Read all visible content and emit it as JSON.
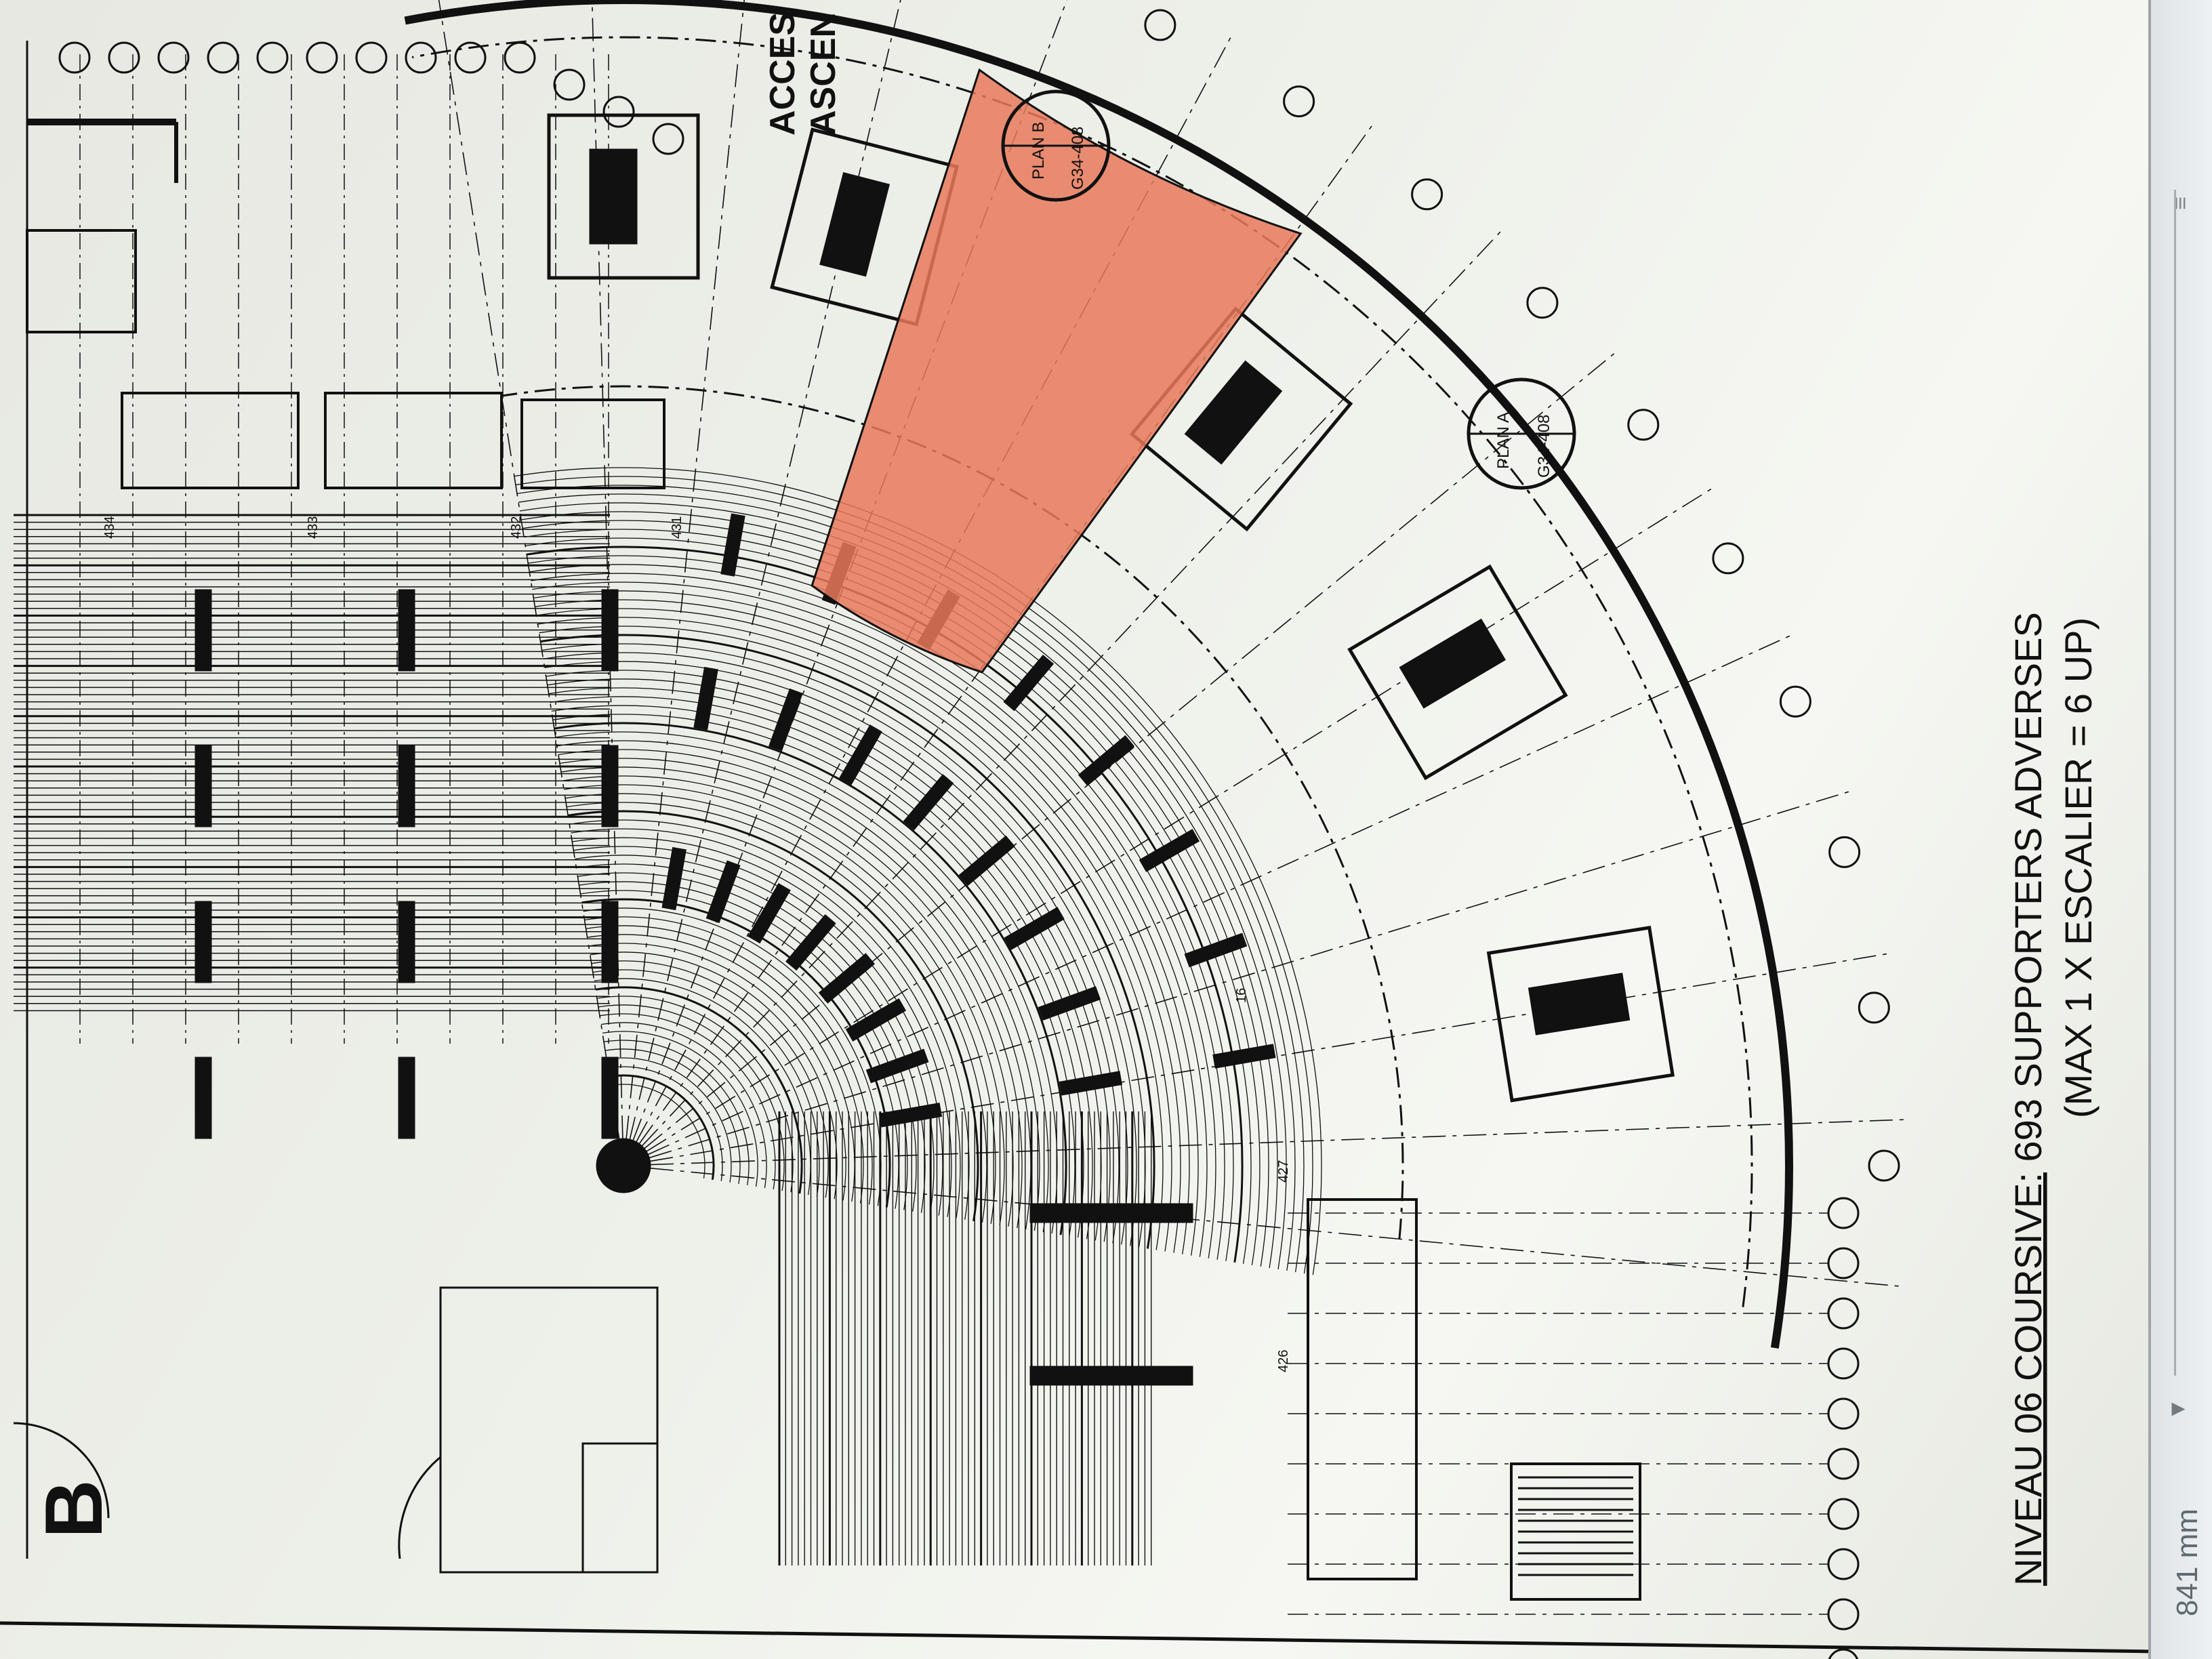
{
  "drawing": {
    "section_letter": "B",
    "access_label_1": "ACCES",
    "access_label_2": "ASCEN",
    "plan_b": {
      "line1": "PLAN B",
      "line2": "G34-408"
    },
    "plan_a": {
      "line1": "PLAN A",
      "line2": "G34-408"
    },
    "title_prefix": "NIVEAU 06 COURSIVE:",
    "title_main": " 693 SUPPORTERS ADVERSES",
    "title_sub": "(MAX 1 X ESCALIER = 6 UP)",
    "dimension_labels": [
      "434",
      "433",
      "432",
      "431",
      "427",
      "426",
      "16"
    ],
    "highlight_color": "#e7795a",
    "line_color": "#111111"
  },
  "viewer": {
    "scale_readout": "841 mm"
  }
}
